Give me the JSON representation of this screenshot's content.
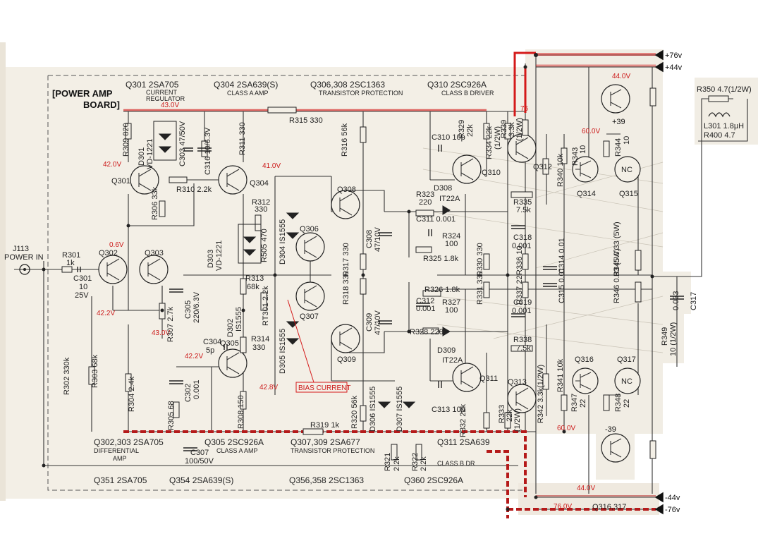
{
  "board_title_line1": "[POWER AMP",
  "board_title_line2": "BOARD]",
  "headers_top": [
    "Q301 2SA705",
    "CURRENT",
    "REGULATOR",
    "Q304 2SA639(S)",
    "CLASS A AMP",
    "Q306,308 2SC1363",
    "TRANSISTOR PROTECTION",
    "Q310 2SC926A",
    "CLASS B DRIVER"
  ],
  "headers_bottom": [
    "Q302,303 2SA705",
    "DIFFERENTIAL",
    "AMP",
    "Q305 2SC926A",
    "CLASS A AMP",
    "Q307,309 2SA677",
    "TRANSISTOR PROTECTION",
    "Q311 2SA639",
    "CLASS B DR",
    "Q351 2SA705",
    "Q354 2SA639(S)",
    "Q356,358 2SC1363",
    "Q360 2SC926A"
  ],
  "rails": {
    "pos76": "+76v",
    "pos44": "+44v",
    "neg44": "-44v",
    "neg76": "-76v",
    "pos39": "+39",
    "neg39": "-39"
  },
  "input": {
    "jack": "J113",
    "label": "POWER IN"
  },
  "voltages": [
    "43.0V",
    "42.0V",
    "41.0V",
    "0.6V",
    "42.2V",
    "43.0V",
    "42.2V",
    "42.8V",
    "44.0V",
    "60.0V",
    "60.0V",
    "44.0V",
    "76.0V",
    "76"
  ],
  "annotations": {
    "bias_current": "BIAS CURRENT",
    "nc": "NC",
    "q316_317": "Q316,317"
  },
  "transistors": [
    "Q301",
    "Q302",
    "Q303",
    "Q304",
    "Q305",
    "Q306",
    "Q307",
    "Q308",
    "Q309",
    "Q310",
    "Q311",
    "Q312",
    "Q313",
    "Q314",
    "Q315",
    "Q316",
    "Q317"
  ],
  "components": {
    "R309": "R309 820",
    "D301": "D301",
    "VD1221a": "VD-1221",
    "C303": "C303 47/50V",
    "C316": "C316 10/6.3V",
    "R311": "R311 330",
    "R315": "R315 330",
    "R316": "R316 56k",
    "C310": "C310 10p",
    "R329": "R329",
    "R329v": "22k",
    "R334": "R334 22k",
    "R334w": "(1/2W)",
    "R339": "R339",
    "R339v": "3.3k",
    "R339w": "(1/2W)",
    "R310": "R310 2.2k",
    "R306": "R306 33k",
    "R312": "R312",
    "R312v": "330",
    "D303": "D303",
    "VD1221b": "VD-1221",
    "R505": "R505 470",
    "D304": "D304 IS1555",
    "R323": "R323",
    "R323v": "220",
    "D308": "D308",
    "IT22A_a": "IT22A",
    "C311": "C311 0.001",
    "R324": "R324",
    "R324v": "100",
    "R325": "R325 1.8k",
    "C308": "C308",
    "C308v": "47/10V",
    "R335": "R335",
    "R335v": "7.5k",
    "C318": "C318",
    "C318v": "0.001",
    "R340": "R340 10k",
    "R343": "R343",
    "R343v": "10",
    "R344": "R344",
    "R344v": "10",
    "R301": "R301",
    "R301v": "1k",
    "C301": "C301",
    "C301v": "10",
    "C301w": "25V",
    "R313": "R313",
    "R313v": "68k",
    "C305": "C305",
    "C305v": "220/6.3V",
    "R317": "R317 330",
    "R318": "R318 330",
    "R330": "R330 330",
    "R331": "R331 330",
    "R336": "R336 10",
    "R337": "R337 22",
    "C314": "C314 0.01",
    "C315": "C315 0.01",
    "R345": "R345 0.33 (5W)",
    "R346": "R346 0.33 (5W)",
    "C317": "C317",
    "C317v": "0.033",
    "R349": "R349",
    "R349v": "10 (1/2W)",
    "R350": "R350 4.7(1/2W)",
    "L301": "L301 1.8µH",
    "R400": "R400 4.7",
    "R307": "R307 2.7k",
    "D302": "D302",
    "IS1555a": "IS1555",
    "RT301": "RT301 2.2k",
    "D305": "D305 IS1555",
    "R326": "R326 1.8k",
    "C312": "C312",
    "C312v": "0.001",
    "R327": "R327",
    "R327v": "100",
    "C309": "C309",
    "C309v": "47/10V",
    "C319": "C319",
    "C319v": "0.001",
    "R328": "R328 220",
    "D309": "D309",
    "IT22A_b": "IT22A",
    "R338": "R338",
    "R338v": "7.5k",
    "C304": "C304",
    "C304v": "5p",
    "R314": "R314",
    "R314v": "330",
    "R302": "R302 330k",
    "R303": "R303 68k",
    "R304": "R304 2.4k",
    "C302": "C302",
    "C302v": "0.001",
    "R305": "R305 68",
    "R308": "R308 150",
    "R320": "R320 56k",
    "D306": "D306 IS1555",
    "D307": "D307 IS1555",
    "C313": "C313 10p",
    "R333": "R333",
    "R333v": "22k",
    "R333w": "(1/2W)",
    "R332": "R332 22k",
    "R341": "R341 10k",
    "R342": "R342 3.3k(1/2W)",
    "R347": "R347",
    "R347v": "22",
    "R348": "R348",
    "R348v": "22",
    "R319": "R319 1k",
    "C307": "C307",
    "C307v": "100/50V",
    "R321": "R321",
    "R321v": "2.2k",
    "R322": "R322",
    "R322v": "2.2k"
  },
  "colors": {
    "highlight": "#d41a1a",
    "trace": "#333333",
    "paper": "#f3efe6"
  }
}
